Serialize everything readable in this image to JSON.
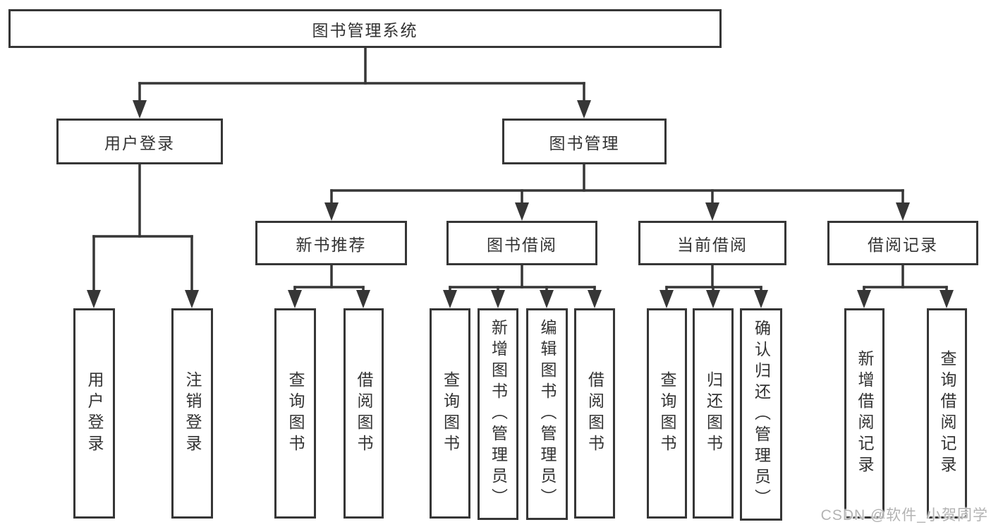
{
  "diagram": {
    "root": {
      "label": "图书管理系统"
    },
    "level2": [
      {
        "label": "用户登录"
      },
      {
        "label": "图书管理"
      }
    ],
    "level3": [
      {
        "label": "新书推荐"
      },
      {
        "label": "图书借阅"
      },
      {
        "label": "当前借阅"
      },
      {
        "label": "借阅记录"
      }
    ],
    "leaves": [
      {
        "label": "用户登录"
      },
      {
        "label": "注销登录"
      },
      {
        "label": "查询图书"
      },
      {
        "label": "借阅图书"
      },
      {
        "label": "查询图书"
      },
      {
        "label": "新增图书（管理员）"
      },
      {
        "label": "编辑图书（管理员）"
      },
      {
        "label": "借阅图书"
      },
      {
        "label": "查询图书"
      },
      {
        "label": "归还图书"
      },
      {
        "label": "确认归还（管理员）"
      },
      {
        "label": "新增借阅记录"
      },
      {
        "label": "查询借阅记录"
      }
    ],
    "watermark": "CSDN @软件_小贺同学",
    "colors": {
      "line": "#363636",
      "text": "#333333",
      "watermark": "#b3b3b3",
      "background": "#ffffff"
    }
  }
}
